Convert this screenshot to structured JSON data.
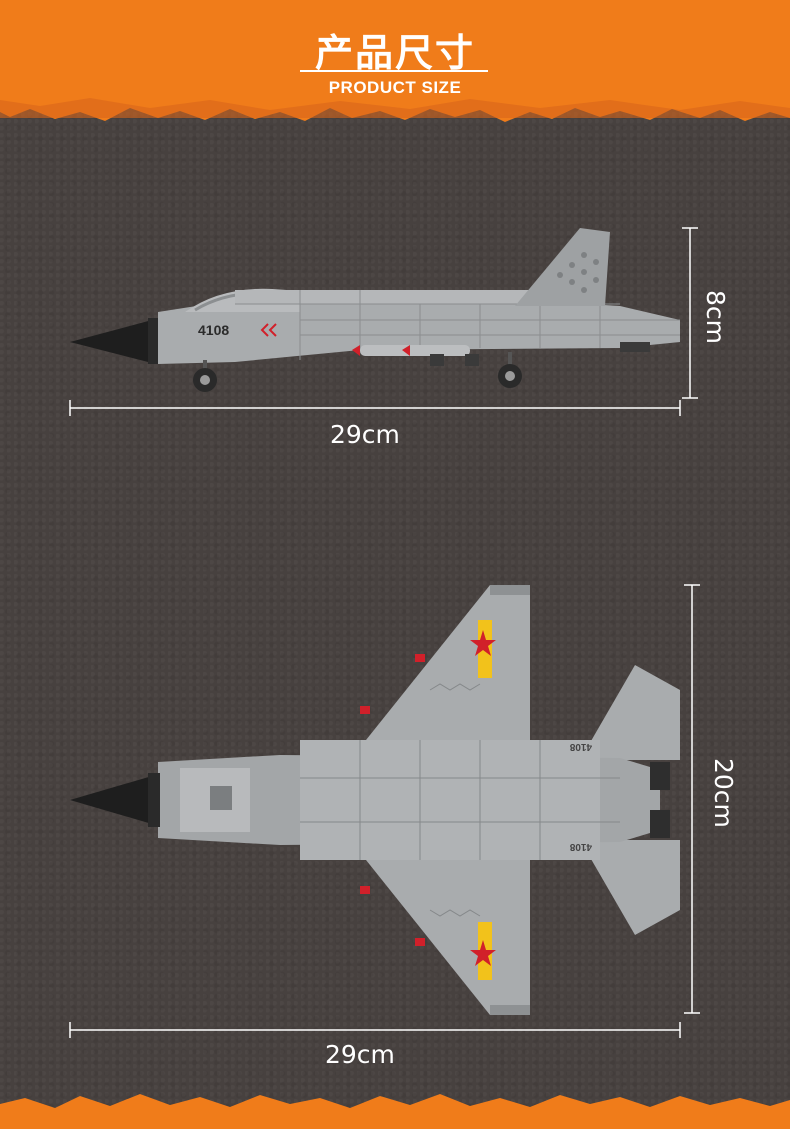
{
  "header": {
    "title_zh": "产品尺寸",
    "title_en": "PRODUCT SIZE"
  },
  "side_view": {
    "tail_number": "4108",
    "width_label": "29cm",
    "height_label": "8cm"
  },
  "top_view": {
    "tail_number": "4108",
    "width_label": "29cm",
    "height_label": "20cm"
  },
  "colors": {
    "banner_orange": "#f07c1a",
    "background": "#47413f",
    "plane_gray": "#a9acae",
    "accent_red": "#d1202a",
    "insignia_yellow": "#f2c21b"
  }
}
